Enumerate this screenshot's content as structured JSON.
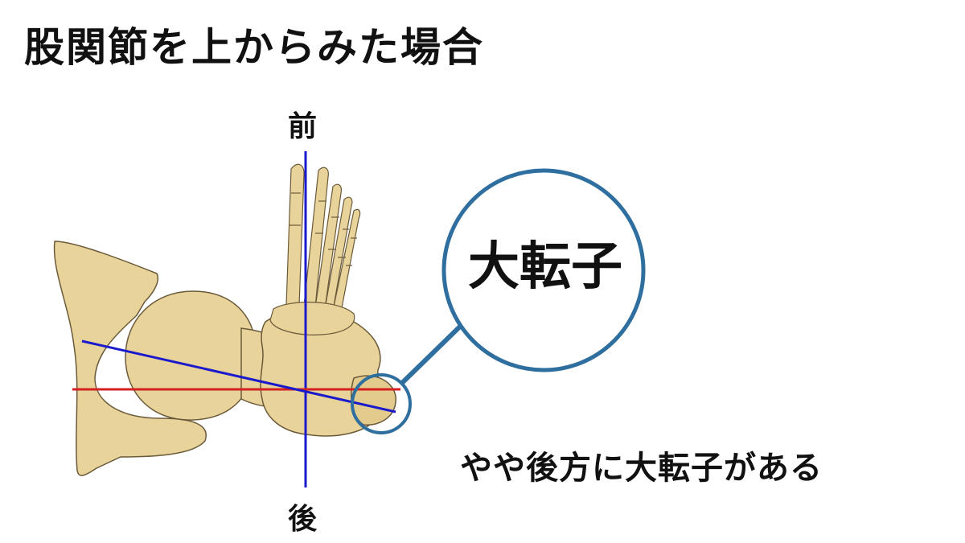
{
  "title": "股関節を上からみた場合",
  "labels": {
    "front": "前",
    "back": "後"
  },
  "callout": {
    "text": "大転子"
  },
  "caption": "やや後方に大転子がある",
  "colors": {
    "bone": "#e8d39a",
    "bone_outline": "#6b5a3a",
    "axis_line": "#1a1acc",
    "horizontal_line": "#d42020",
    "callout_circle": "#2f6f9f"
  }
}
